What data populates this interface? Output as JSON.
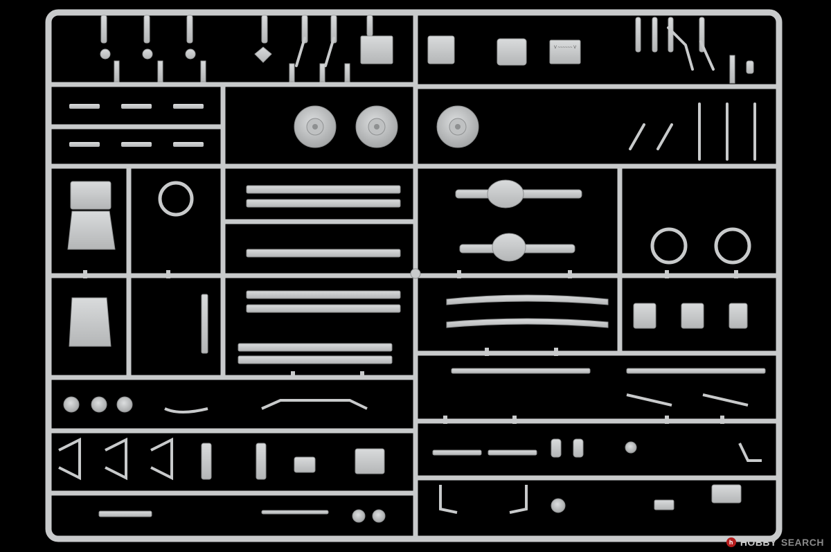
{
  "photo": {
    "subject": "sprue",
    "background_color": "#000000",
    "plastic_color": "#c8cacb",
    "plastic_shadow": "#8e9091"
  },
  "watermark": {
    "brand": "HOBBY",
    "suffix": "SEARCH",
    "logo_icon": "hobby-search-logo-icon"
  },
  "decals_on_parts": {
    "plate_a": "V ~~~~~~ V",
    "nameplate": "~~~~~~"
  }
}
